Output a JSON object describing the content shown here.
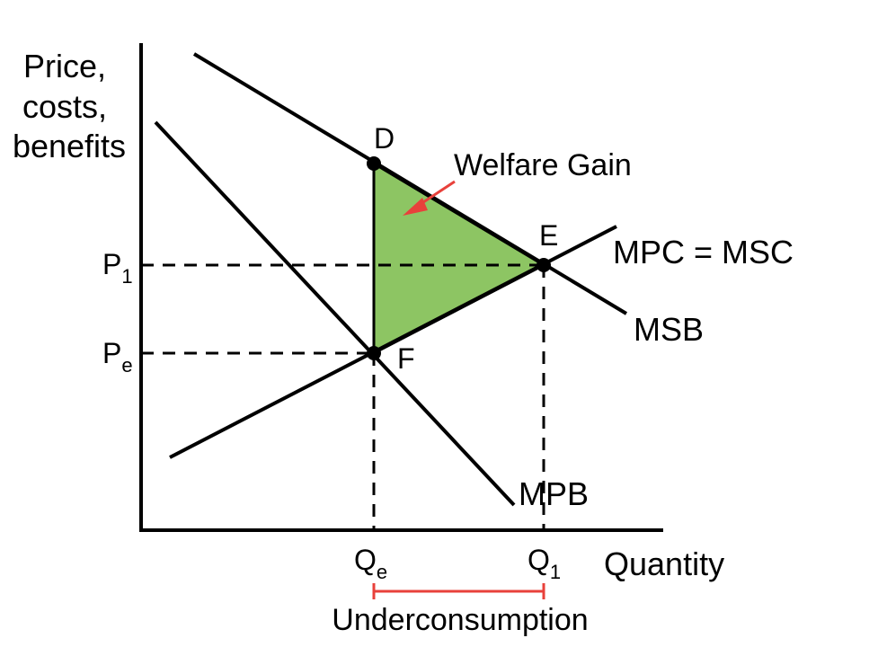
{
  "diagram": {
    "axes": {
      "y_label_lines": [
        "Price,",
        "costs,",
        "benefits"
      ],
      "x_label": "Quantity"
    },
    "ticks": {
      "p1": {
        "main": "P",
        "sub": "1"
      },
      "pe": {
        "main": "P",
        "sub": "e"
      },
      "qe": {
        "main": "Q",
        "sub": "e"
      },
      "q1": {
        "main": "Q",
        "sub": "1"
      }
    },
    "curves": {
      "mpc_msc": "MPC = MSC",
      "msb": "MSB",
      "mpb": "MPB"
    },
    "points": {
      "d": "D",
      "e": "E",
      "f": "F"
    },
    "annotations": {
      "welfare_gain": "Welfare Gain",
      "underconsumption": "Underconsumption"
    },
    "colors": {
      "welfare_fill": "#8dc563",
      "arrow": "#e8413b",
      "bracket": "#e8413b",
      "lines": "#000000"
    }
  }
}
